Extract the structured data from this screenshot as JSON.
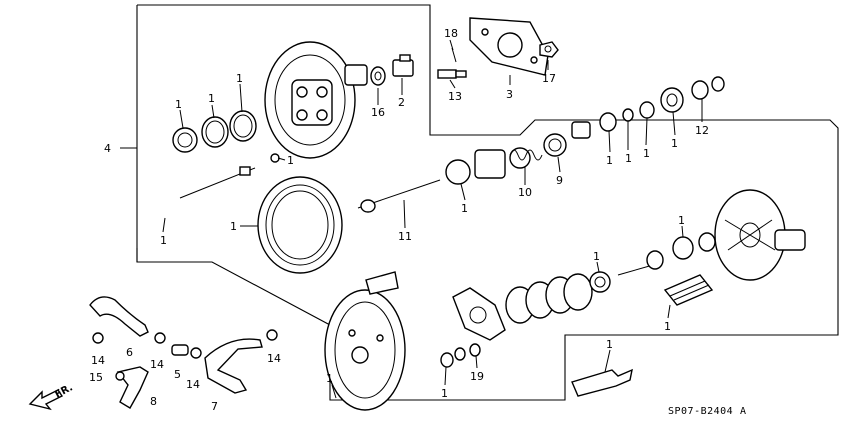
{
  "callouts": [
    {
      "id": "c18",
      "label": "18"
    },
    {
      "id": "c17",
      "label": "17"
    },
    {
      "id": "c13",
      "label": "13"
    },
    {
      "id": "c3",
      "label": "3"
    },
    {
      "id": "c16",
      "label": "16"
    },
    {
      "id": "c2",
      "label": "2"
    },
    {
      "id": "c4",
      "label": "4"
    },
    {
      "id": "c1a",
      "label": "1"
    },
    {
      "id": "c1b",
      "label": "1"
    },
    {
      "id": "c1c",
      "label": "1"
    },
    {
      "id": "c1d",
      "label": "1"
    },
    {
      "id": "c1e",
      "label": "1"
    },
    {
      "id": "c1f",
      "label": "1"
    },
    {
      "id": "c1g",
      "label": "1"
    },
    {
      "id": "c1h",
      "label": "1"
    },
    {
      "id": "c1i",
      "label": "1"
    },
    {
      "id": "c1j",
      "label": "1"
    },
    {
      "id": "c1k",
      "label": "1"
    },
    {
      "id": "c1l",
      "label": "1"
    },
    {
      "id": "c1m",
      "label": "1"
    },
    {
      "id": "c1n",
      "label": "1"
    },
    {
      "id": "c1o",
      "label": "1"
    },
    {
      "id": "c1p",
      "label": "1"
    },
    {
      "id": "c1q",
      "label": "1"
    },
    {
      "id": "c12",
      "label": "12"
    },
    {
      "id": "c9",
      "label": "9"
    },
    {
      "id": "c10",
      "label": "10"
    },
    {
      "id": "c11",
      "label": "11"
    },
    {
      "id": "c19",
      "label": "19"
    },
    {
      "id": "c14a",
      "label": "14"
    },
    {
      "id": "c14b",
      "label": "14"
    },
    {
      "id": "c14c",
      "label": "14"
    },
    {
      "id": "c14d",
      "label": "14"
    },
    {
      "id": "c6",
      "label": "6"
    },
    {
      "id": "c5",
      "label": "5"
    },
    {
      "id": "c7",
      "label": "7"
    },
    {
      "id": "c15",
      "label": "15"
    },
    {
      "id": "c8",
      "label": "8"
    }
  ],
  "direction_label": "FR.",
  "diagram_code": "SP07-B2404",
  "diagram_code_suffix": "A"
}
